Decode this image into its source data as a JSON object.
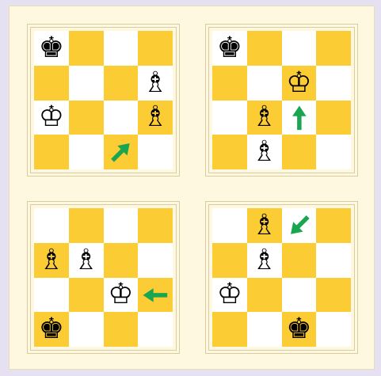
{
  "colors": {
    "light_square": "#ffffff",
    "dark_square": "#fccc34",
    "arrow": "#1aa550"
  },
  "boards": [
    {
      "name": "board-1",
      "pieces": [
        {
          "row": 0,
          "col": 0,
          "glyph": "♚",
          "piece": "black-king"
        },
        {
          "row": 1,
          "col": 3,
          "glyph": "♗",
          "piece": "white-bishop"
        },
        {
          "row": 2,
          "col": 0,
          "glyph": "♔",
          "piece": "white-king"
        },
        {
          "row": 2,
          "col": 3,
          "glyph": "♗",
          "piece": "white-bishop"
        }
      ],
      "arrow": {
        "direction": "up-right",
        "square": [
          3,
          2
        ]
      }
    },
    {
      "name": "board-2",
      "pieces": [
        {
          "row": 0,
          "col": 0,
          "glyph": "♚",
          "piece": "black-king"
        },
        {
          "row": 1,
          "col": 2,
          "glyph": "♔",
          "piece": "white-king"
        },
        {
          "row": 2,
          "col": 1,
          "glyph": "♗",
          "piece": "white-bishop"
        },
        {
          "row": 3,
          "col": 1,
          "glyph": "♗",
          "piece": "white-bishop"
        }
      ],
      "arrow": {
        "direction": "up",
        "square": [
          2,
          2
        ]
      }
    },
    {
      "name": "board-3",
      "pieces": [
        {
          "row": 1,
          "col": 0,
          "glyph": "♗",
          "piece": "white-bishop"
        },
        {
          "row": 1,
          "col": 1,
          "glyph": "♗",
          "piece": "white-bishop"
        },
        {
          "row": 2,
          "col": 2,
          "glyph": "♔",
          "piece": "white-king"
        },
        {
          "row": 3,
          "col": 0,
          "glyph": "♚",
          "piece": "black-king"
        }
      ],
      "arrow": {
        "direction": "left",
        "square": [
          2,
          3
        ]
      }
    },
    {
      "name": "board-4",
      "pieces": [
        {
          "row": 0,
          "col": 1,
          "glyph": "♗",
          "piece": "white-bishop"
        },
        {
          "row": 1,
          "col": 1,
          "glyph": "♗",
          "piece": "white-bishop"
        },
        {
          "row": 2,
          "col": 0,
          "glyph": "♔",
          "piece": "white-king"
        },
        {
          "row": 3,
          "col": 2,
          "glyph": "♚",
          "piece": "black-king"
        }
      ],
      "arrow": {
        "direction": "down-left",
        "square": [
          0,
          2
        ]
      }
    }
  ]
}
